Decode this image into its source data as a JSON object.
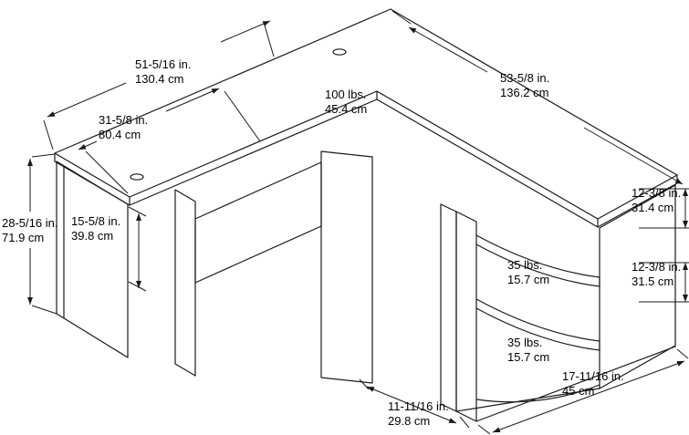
{
  "diagram": {
    "title": "L-shaped desk dimension diagram",
    "colors": {
      "line": "#1a1a1a",
      "background": "#ffffff"
    },
    "labels": {
      "desk_left_length": {
        "in": "51-5/16 in.",
        "cm": "130.4 cm"
      },
      "desk_left_depth": {
        "in": "31-5/8 in.",
        "cm": "80.4 cm"
      },
      "desk_weight_limit": {
        "lbs": "100 lbs.",
        "metric": "45.4 cm"
      },
      "desk_right_length": {
        "in": "53-5/8 in.",
        "cm": "136.2 cm"
      },
      "shelf_gap_top": {
        "in": "12-3/8 in.",
        "cm": "31.4 cm"
      },
      "shelf_gap_bottom": {
        "in": "12-3/8 in.",
        "cm": "31.5 cm"
      },
      "desk_height": {
        "in": "28-5/16 in.",
        "cm": "71.9 cm"
      },
      "knee_space_height": {
        "in": "15-5/8 in.",
        "cm": "39.8 cm"
      },
      "shelf_weight_limit_upper": {
        "lbs": "35 lbs.",
        "metric": "15.7 cm"
      },
      "shelf_weight_limit_lower": {
        "lbs": "35 lbs.",
        "metric": "15.7 cm"
      },
      "shelf_unit_width": {
        "in": "17-11/16 in.",
        "cm": "45 cm"
      },
      "support_depth": {
        "in": "11-11/16 in.",
        "cm": "29.8 cm"
      }
    }
  }
}
